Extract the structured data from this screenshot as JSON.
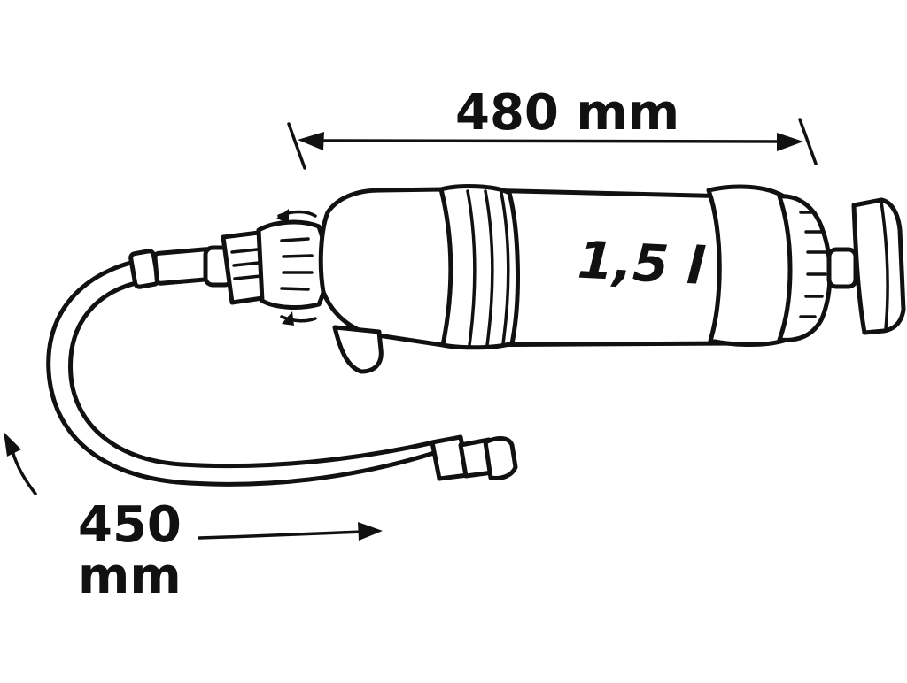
{
  "diagram": {
    "pump_length_label": "480 mm",
    "hose_length_value": "450",
    "hose_length_unit": "mm",
    "volume_label": "1,5 l"
  }
}
